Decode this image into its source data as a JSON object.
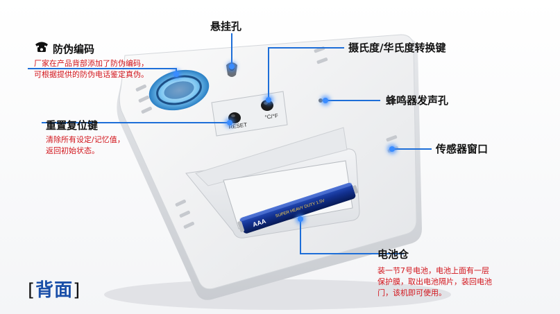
{
  "callouts": {
    "anti_fake": {
      "title": "防伪编码",
      "desc_lines": [
        "厂家在产品背部添加了防伪编码，",
        "可根据提供的防伪电话鉴定真伪。"
      ]
    },
    "hang_hole": {
      "title": "悬挂孔"
    },
    "unit_switch": {
      "title": "摄氏度/华氏度转换键"
    },
    "buzzer": {
      "title": "蜂鸣器发声孔"
    },
    "reset": {
      "title": "重置复位键",
      "desc_lines": [
        "清除所有设定/记忆值，",
        "返回初始状态。"
      ]
    },
    "sensor": {
      "title": "传感器窗口"
    },
    "battery": {
      "title": "电池仓",
      "desc_lines": [
        "装一节7号电池，电池上面有一层",
        "保护膜，取出电池隔片，装回电池",
        "门，该机即可使用。"
      ]
    }
  },
  "device": {
    "reset_label": "RESET",
    "unit_label": "°C/°F",
    "battery_text": "AAA",
    "battery_band": "SUPER HEAVY DUTY 1.5V"
  },
  "footer": {
    "open": "[",
    "text": "背面",
    "close": "]"
  },
  "colors": {
    "callout_line": "#1d6ed8",
    "desc_red": "#d2141b",
    "footer_blue": "#1a4fa8"
  }
}
